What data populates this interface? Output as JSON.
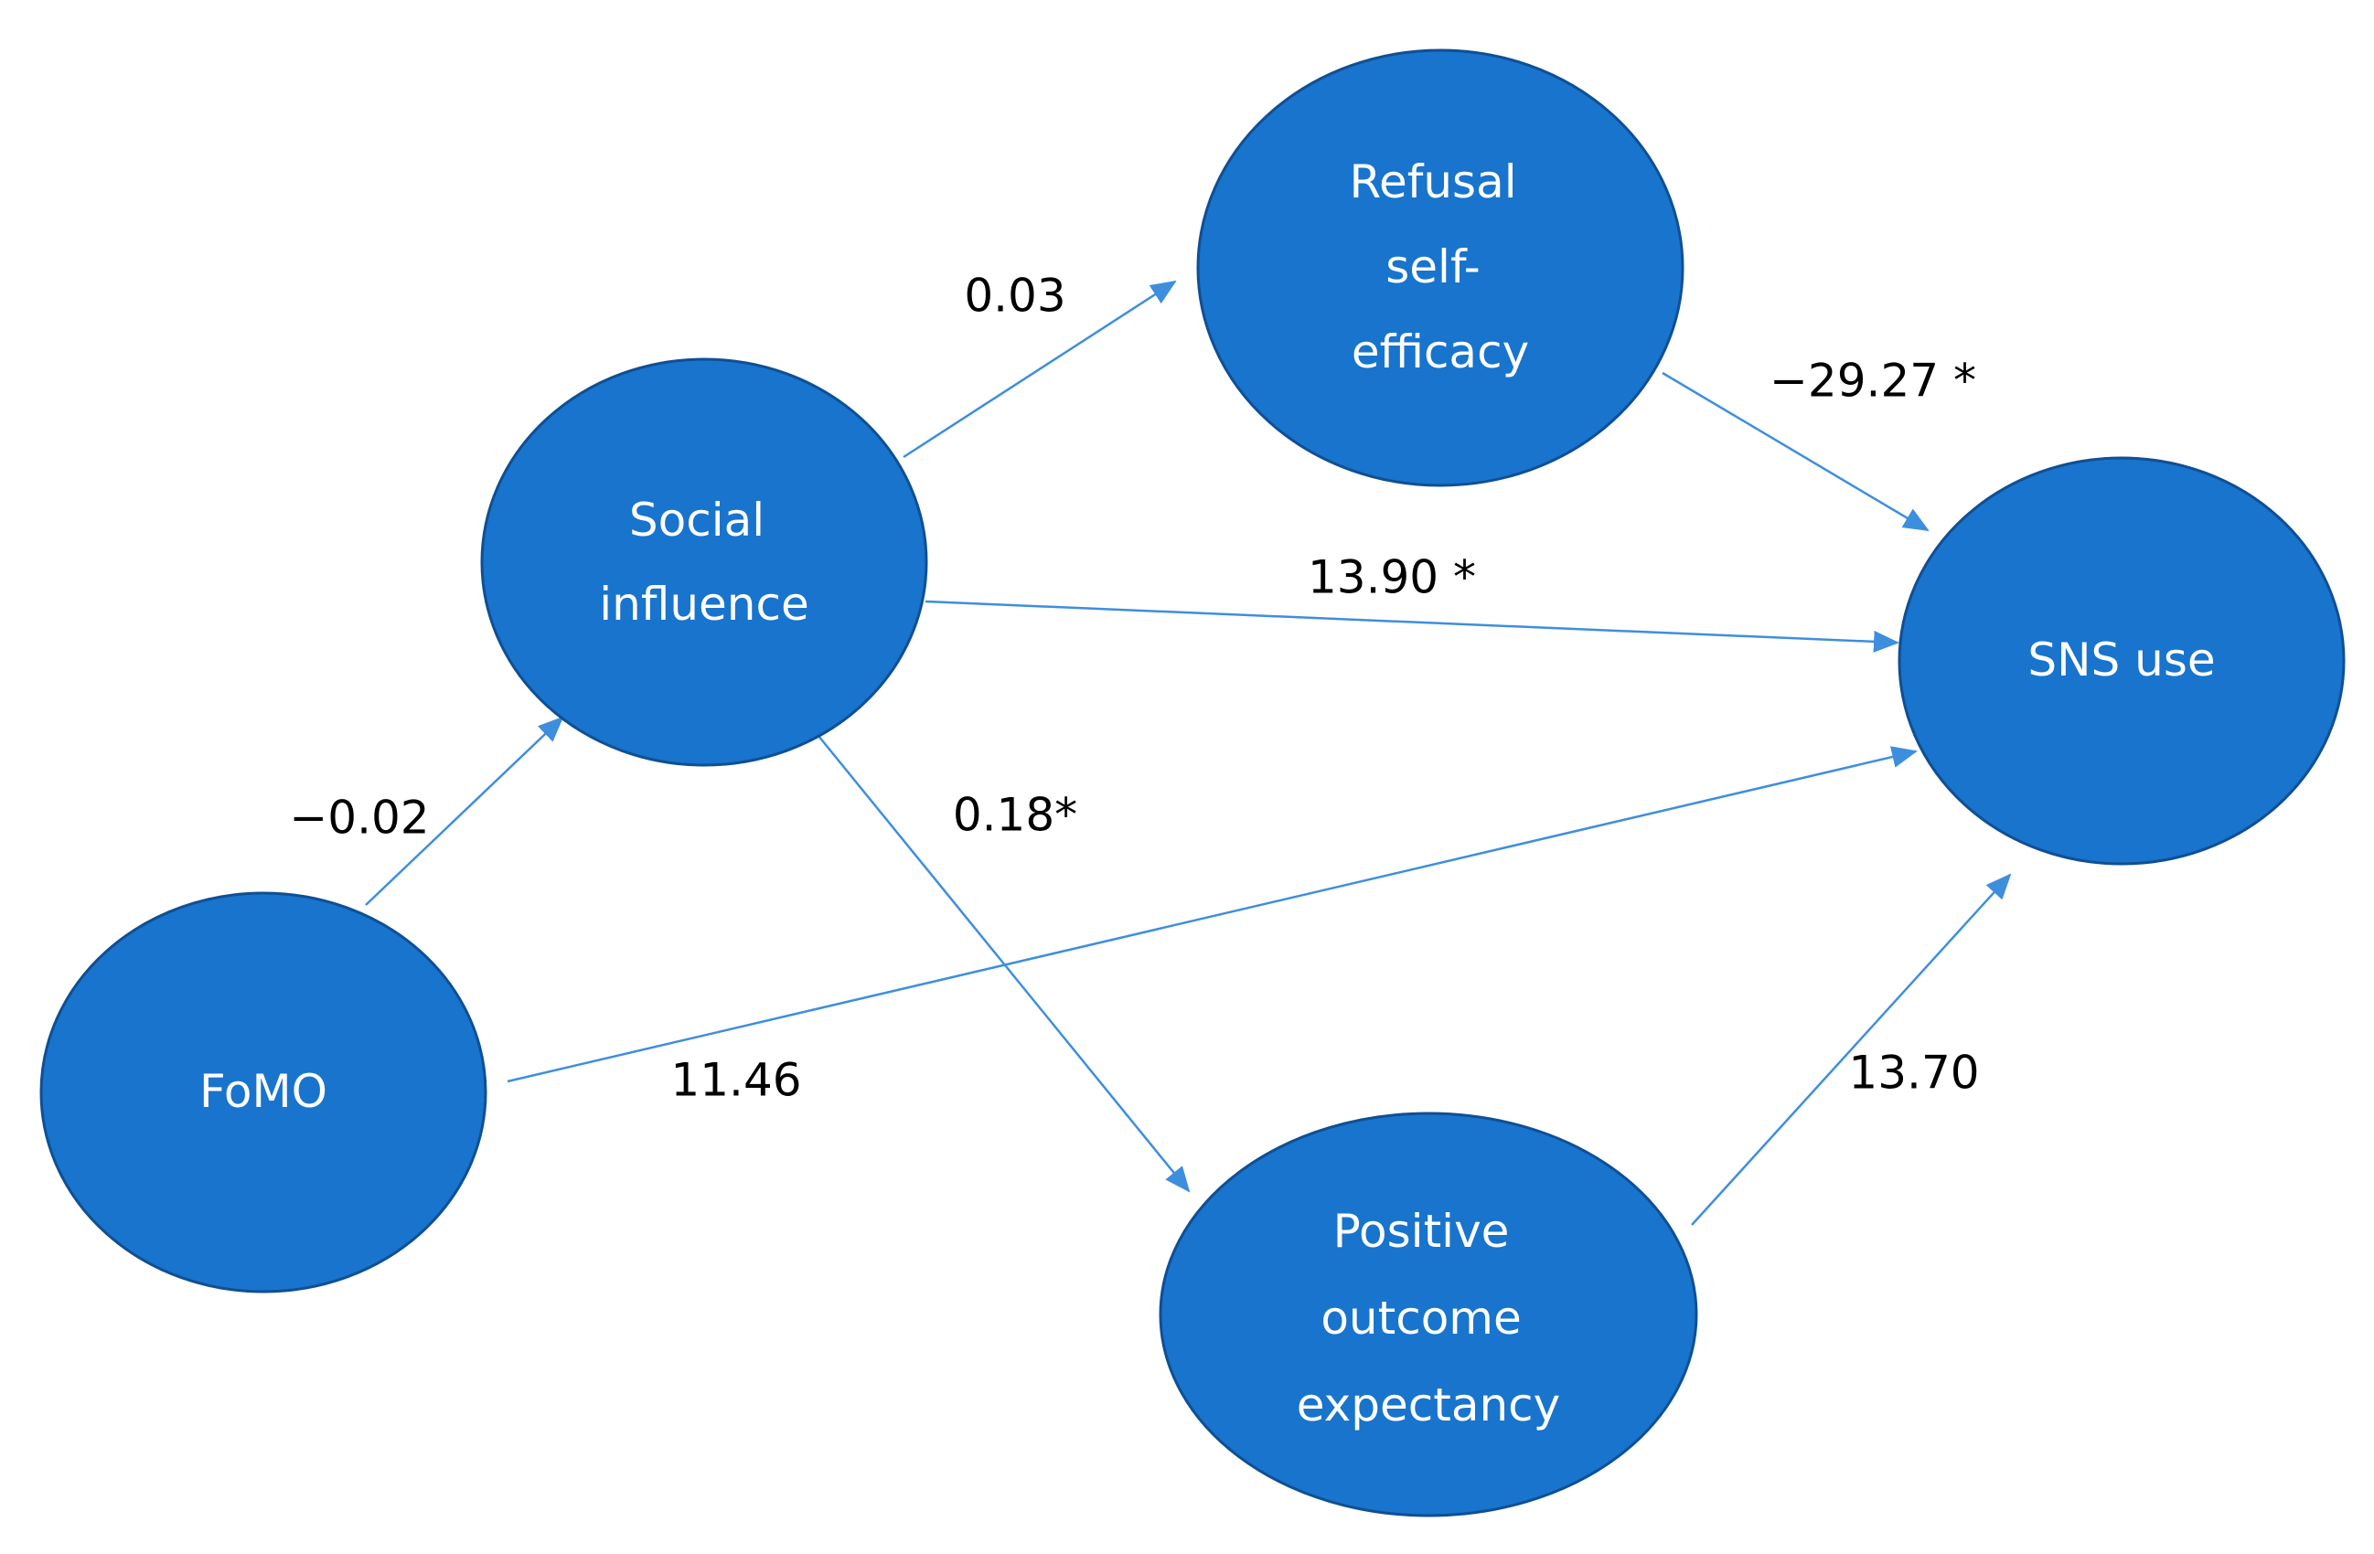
{
  "diagram": {
    "colors": {
      "node_fill": "#1874CD",
      "node_stroke": "#0F4F94",
      "edge": "#3E8EDE",
      "node_text": "#FFFFFF",
      "label_text": "#000000"
    },
    "nodes": {
      "fomo": {
        "lines": [
          "FoMO"
        ]
      },
      "social": {
        "lines": [
          "Social",
          "influence"
        ]
      },
      "refusal": {
        "lines": [
          "Refusal",
          "self-",
          "efficacy"
        ]
      },
      "positive": {
        "lines": [
          "Positive",
          "outcome",
          "expectancy"
        ]
      },
      "sns": {
        "lines": [
          "SNS use"
        ]
      }
    },
    "edges": [
      {
        "from": "fomo",
        "to": "social",
        "label": "−0.02"
      },
      {
        "from": "social",
        "to": "refusal",
        "label": "0.03"
      },
      {
        "from": "refusal",
        "to": "sns",
        "label": "−29.27 *"
      },
      {
        "from": "social",
        "to": "sns",
        "label": "13.90 *"
      },
      {
        "from": "social",
        "to": "positive",
        "label": "0.18*"
      },
      {
        "from": "fomo",
        "to": "sns",
        "label": "11.46"
      },
      {
        "from": "positive",
        "to": "sns",
        "label": "13.70"
      }
    ]
  }
}
